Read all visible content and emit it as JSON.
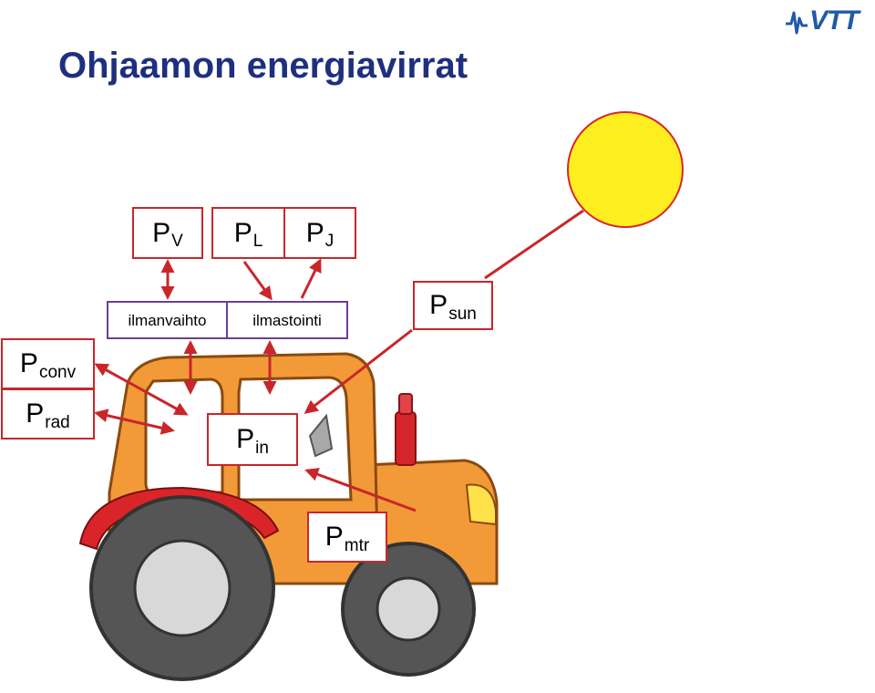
{
  "title": "Ohjaamon energiavirrat",
  "logo": {
    "text": "VTT",
    "icon": "vtt-logo-icon",
    "color": "#1e5aa8"
  },
  "colors": {
    "title": "#1f2f7f",
    "box_border": "#c9262a",
    "arrow": "#c9262a",
    "system_border": "#6a3f96",
    "sun_fill": "#ffee1f",
    "tractor_body": "#f39a38",
    "fender": "#d9252a",
    "tire": "#555555",
    "exhaust": "#d4262a"
  },
  "systems": {
    "ventilation": "ilmanvaihto",
    "air_conditioning": "ilmastointi"
  },
  "flows": {
    "pv": {
      "main": "P",
      "sub": "V"
    },
    "pl": {
      "main": "P",
      "sub": "L"
    },
    "pj": {
      "main": "P",
      "sub": "J"
    },
    "psun": {
      "main": "P",
      "sub": "sun"
    },
    "pconv": {
      "main": "P",
      "sub": "conv"
    },
    "prad": {
      "main": "P",
      "sub": "rad"
    },
    "pin": {
      "main": "P",
      "sub": "in"
    },
    "pmtr": {
      "main": "P",
      "sub": "mtr"
    }
  },
  "illustrations": [
    "sun-icon",
    "tractor-icon"
  ]
}
